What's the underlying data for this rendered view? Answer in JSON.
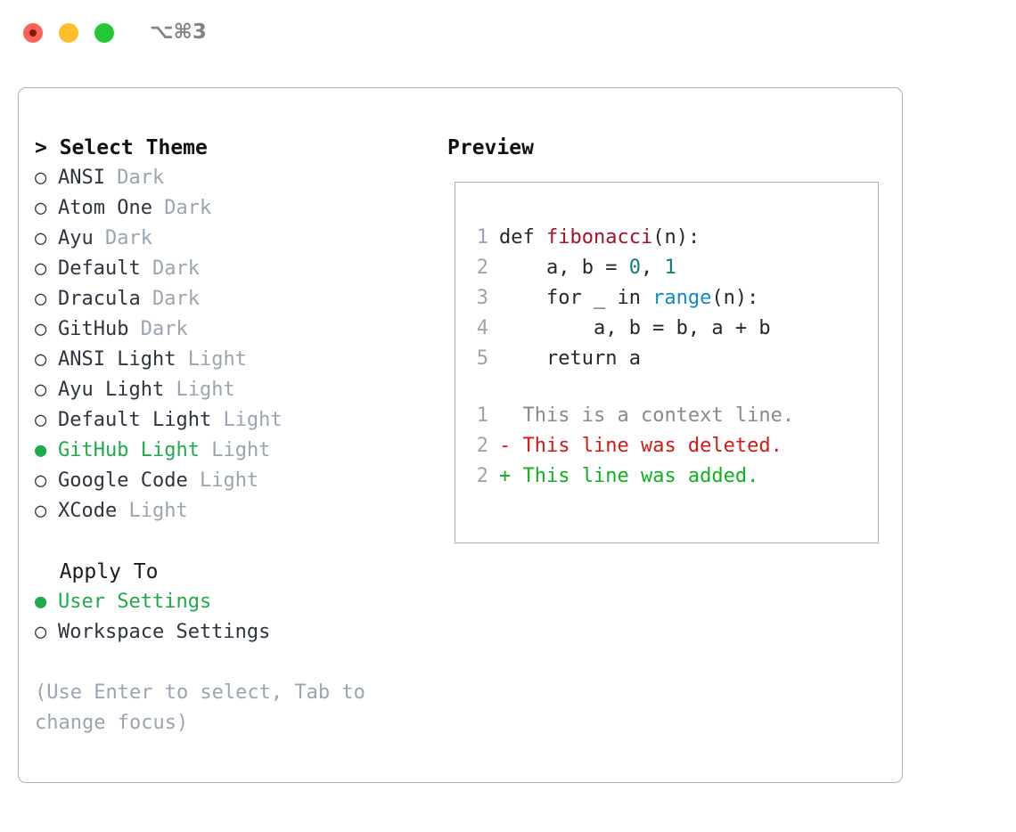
{
  "titlebar": {
    "shortcut": "⌥⌘3",
    "buttons": [
      {
        "name": "close",
        "color": "#ff6158"
      },
      {
        "name": "minimize",
        "color": "#ffbd2e"
      },
      {
        "name": "zoom",
        "color": "#23c932"
      }
    ]
  },
  "theme_section": {
    "header": "> Select Theme",
    "focused": true,
    "marker_selected": "●",
    "marker_unselected": "○",
    "items": [
      {
        "marker": "○",
        "name": "ANSI",
        "category": "Dark",
        "selected": false
      },
      {
        "marker": "○",
        "name": "Atom One",
        "category": "Dark",
        "selected": false
      },
      {
        "marker": "○",
        "name": "Ayu",
        "category": "Dark",
        "selected": false
      },
      {
        "marker": "○",
        "name": "Default",
        "category": "Dark",
        "selected": false
      },
      {
        "marker": "○",
        "name": "Dracula",
        "category": "Dark",
        "selected": false
      },
      {
        "marker": "○",
        "name": "GitHub",
        "category": "Dark",
        "selected": false
      },
      {
        "marker": "○",
        "name": "ANSI Light",
        "category": "Light",
        "selected": false
      },
      {
        "marker": "○",
        "name": "Ayu Light",
        "category": "Light",
        "selected": false
      },
      {
        "marker": "○",
        "name": "Default Light",
        "category": "Light",
        "selected": false
      },
      {
        "marker": "●",
        "name": "GitHub Light",
        "category": "Light",
        "selected": true
      },
      {
        "marker": "○",
        "name": "Google Code",
        "category": "Light",
        "selected": false
      },
      {
        "marker": "○",
        "name": "XCode",
        "category": "Light",
        "selected": false
      }
    ]
  },
  "apply_section": {
    "header": "  Apply To",
    "focused": false,
    "items": [
      {
        "marker": "●",
        "name": "User Settings",
        "selected": true
      },
      {
        "marker": "○",
        "name": "Workspace Settings",
        "selected": false
      }
    ]
  },
  "hint": "(Use Enter to select, Tab to change focus)",
  "preview": {
    "title": "Preview",
    "code_lines": [
      {
        "no": "1",
        "segments": [
          {
            "text": "def ",
            "kind": "plain"
          },
          {
            "text": "fibonacci",
            "kind": "fn"
          },
          {
            "text": "(n):",
            "kind": "plain"
          }
        ]
      },
      {
        "no": "2",
        "segments": [
          {
            "text": "    a, b = ",
            "kind": "plain"
          },
          {
            "text": "0",
            "kind": "num"
          },
          {
            "text": ", ",
            "kind": "plain"
          },
          {
            "text": "1",
            "kind": "num"
          }
        ]
      },
      {
        "no": "3",
        "segments": [
          {
            "text": "    for _ in ",
            "kind": "plain"
          },
          {
            "text": "range",
            "kind": "call"
          },
          {
            "text": "(n):",
            "kind": "plain"
          }
        ]
      },
      {
        "no": "4",
        "segments": [
          {
            "text": "        a, b = b, a + b",
            "kind": "plain"
          }
        ]
      },
      {
        "no": "5",
        "segments": [
          {
            "text": "    return a",
            "kind": "plain"
          }
        ]
      }
    ],
    "diff_lines": [
      {
        "no": "1",
        "prefix": "  ",
        "text": "This is a context line.",
        "kind": "ctx"
      },
      {
        "no": "2",
        "prefix": "- ",
        "text": "This line was deleted.",
        "kind": "del"
      },
      {
        "no": "2",
        "prefix": "+ ",
        "text": "This line was added.",
        "kind": "add"
      }
    ]
  },
  "colors": {
    "accent_green": "#1faa4b",
    "muted": "#9aa5b1",
    "text": "#2e3440",
    "border": "#a8b2c0",
    "fn_red": "#a8102a",
    "num_teal": "#0f7b7b",
    "call_blue": "#1189c6",
    "diff_add": "#10b21f",
    "diff_del": "#d41919",
    "diff_ctx": "#8a8a8a"
  }
}
